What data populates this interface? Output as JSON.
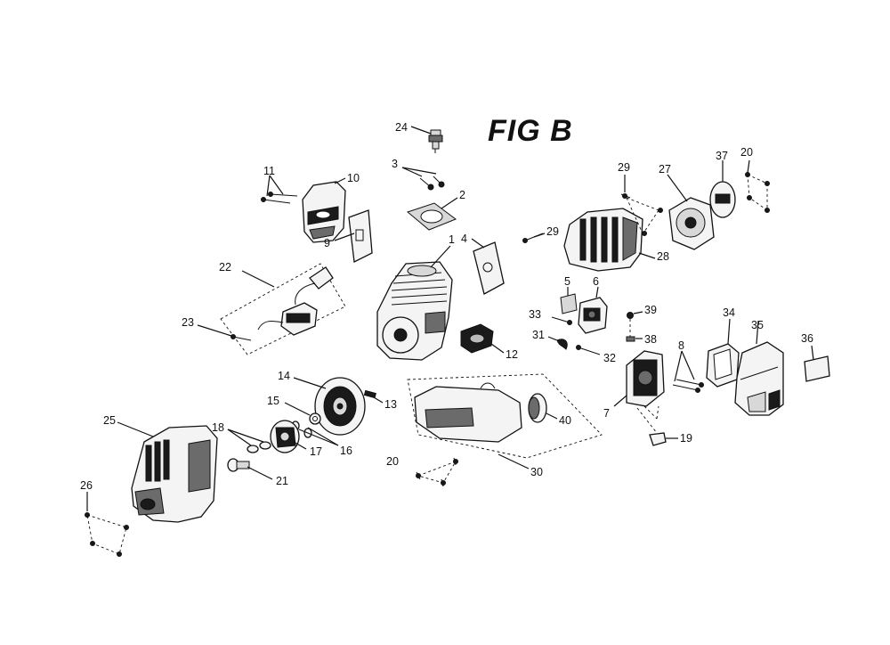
{
  "figure": {
    "title": "FIG B"
  },
  "callouts": {
    "c1": "1",
    "c2": "2",
    "c3": "3",
    "c4": "4",
    "c5": "5",
    "c6": "6",
    "c7": "7",
    "c8": "8",
    "c9": "9",
    "c10": "10",
    "c11": "11",
    "c12": "12",
    "c13": "13",
    "c14": "14",
    "c15": "15",
    "c16": "16",
    "c17": "17",
    "c18": "18",
    "c19": "19",
    "c20a": "20",
    "c20b": "20",
    "c21": "21",
    "c22": "22",
    "c23": "23",
    "c24": "24",
    "c25": "25",
    "c26": "26",
    "c27": "27",
    "c28": "28",
    "c29a": "29",
    "c29b": "29",
    "c30": "30",
    "c31": "31",
    "c32": "32",
    "c33": "33",
    "c34": "34",
    "c35": "35",
    "c36": "36",
    "c37": "37",
    "c38": "38",
    "c39": "39",
    "c40": "40"
  }
}
